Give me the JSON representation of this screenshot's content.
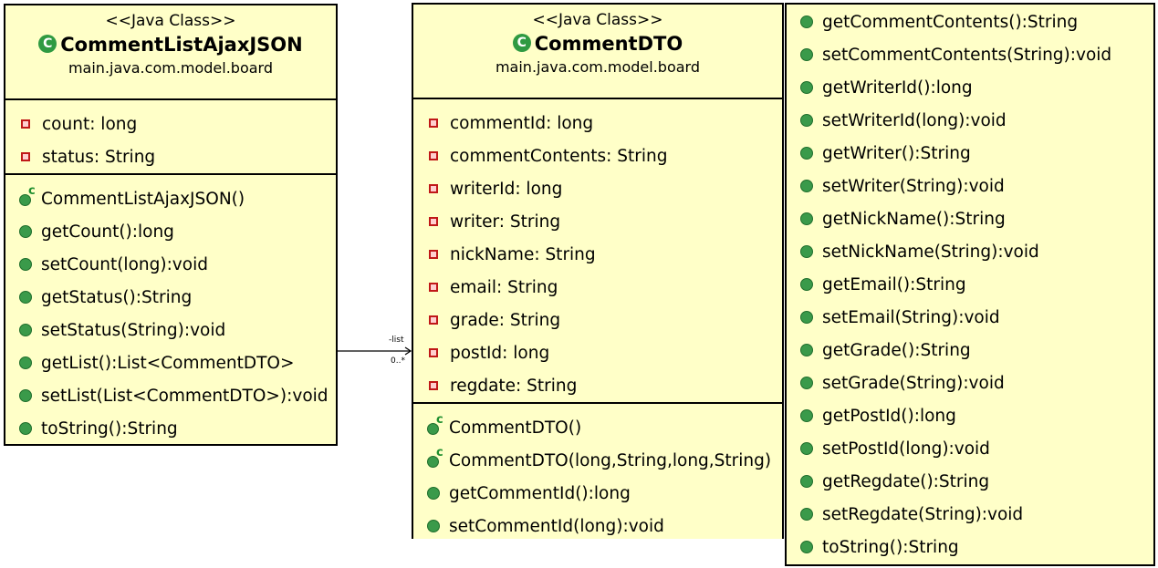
{
  "classA": {
    "stereotype": "<<Java Class>>",
    "icon": "C",
    "name": "CommentListAjaxJSON",
    "package": "main.java.com.model.board",
    "fields": [
      "count: long",
      "status: String"
    ],
    "methods": [
      {
        "kind": "ctor",
        "text": "CommentListAjaxJSON()"
      },
      {
        "kind": "method",
        "text": "getCount():long"
      },
      {
        "kind": "method",
        "text": "setCount(long):void"
      },
      {
        "kind": "method",
        "text": "getStatus():String"
      },
      {
        "kind": "method",
        "text": "setStatus(String):void"
      },
      {
        "kind": "method",
        "text": "getList():List<CommentDTO>"
      },
      {
        "kind": "method",
        "text": "setList(List<CommentDTO>):void"
      },
      {
        "kind": "method",
        "text": "toString():String"
      }
    ]
  },
  "classB": {
    "stereotype": "<<Java Class>>",
    "icon": "C",
    "name": "CommentDTO",
    "package": "main.java.com.model.board",
    "fields": [
      "commentId: long",
      "commentContents: String",
      "writerId: long",
      "writer: String",
      "nickName: String",
      "email: String",
      "grade: String",
      "postId: long",
      "regdate: String"
    ],
    "methods": [
      {
        "kind": "ctor",
        "text": "CommentDTO()"
      },
      {
        "kind": "ctor",
        "text": "CommentDTO(long,String,long,String)"
      },
      {
        "kind": "method",
        "text": "getCommentId():long"
      },
      {
        "kind": "method",
        "text": "setCommentId(long):void"
      }
    ]
  },
  "classBcont": {
    "methods": [
      "getCommentContents():String",
      "setCommentContents(String):void",
      "getWriterId():long",
      "setWriterId(long):void",
      "getWriter():String",
      "setWriter(String):void",
      "getNickName():String",
      "setNickName(String):void",
      "getEmail():String",
      "setEmail(String):void",
      "getGrade():String",
      "setGrade(String):void",
      "getPostId():long",
      "setPostId(long):void",
      "getRegdate():String",
      "setRegdate(String):void",
      "toString():String"
    ]
  },
  "association": {
    "role": "-list",
    "multiplicity": "0..*"
  }
}
